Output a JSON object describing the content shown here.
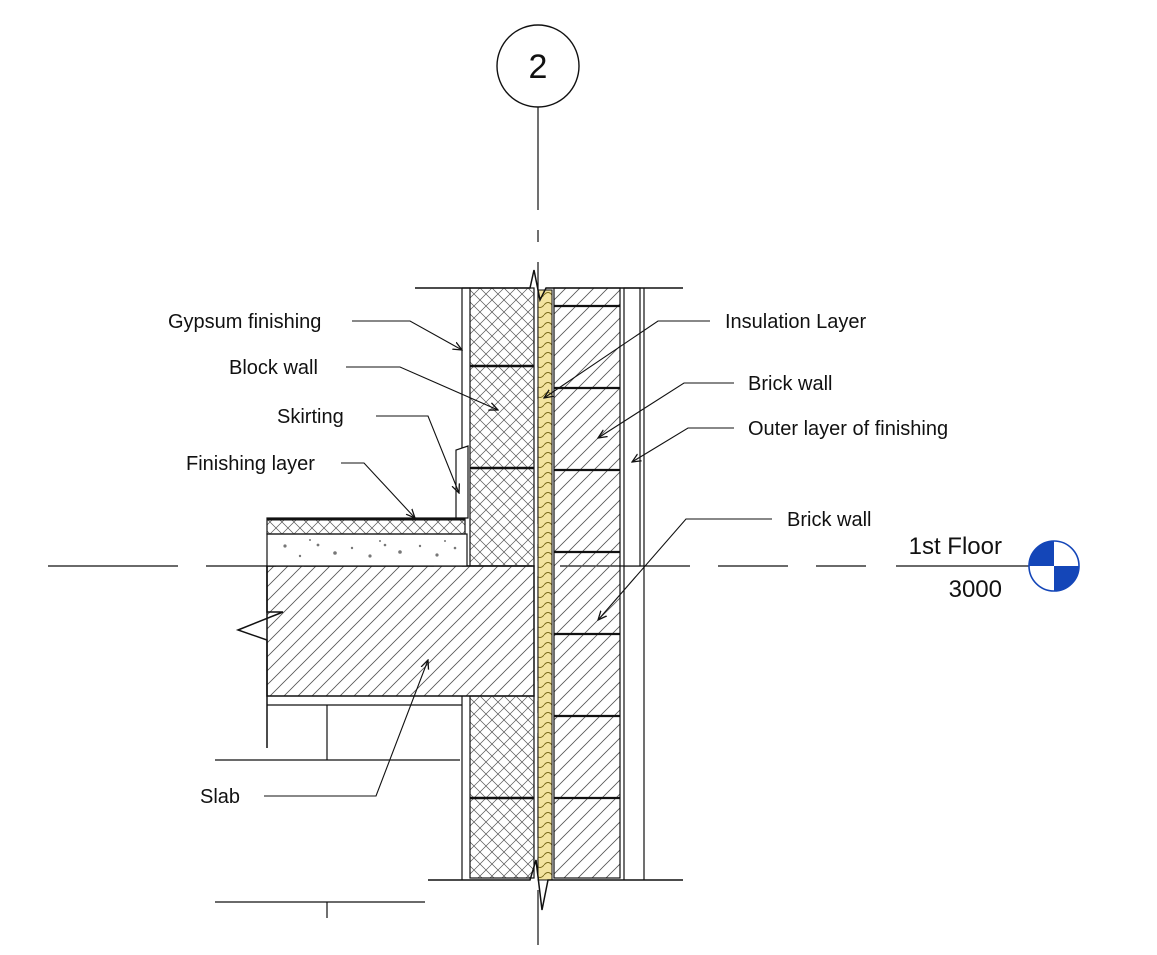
{
  "grid": {
    "label": "2"
  },
  "level": {
    "name": "1st Floor",
    "elevation": "3000"
  },
  "labels": {
    "gypsum": "Gypsum finishing",
    "block_wall": "Block wall",
    "skirting": "Skirting",
    "finishing_layer": "Finishing layer",
    "slab": "Slab",
    "insulation": "Insulation Layer",
    "brick_wall_upper": "Brick wall",
    "outer_finishing": "Outer layer of finishing",
    "brick_wall_lower": "Brick wall"
  },
  "colors": {
    "line": "#111111",
    "insulation_fill": "#f3e3a0",
    "level_marker": "#1446b8"
  }
}
